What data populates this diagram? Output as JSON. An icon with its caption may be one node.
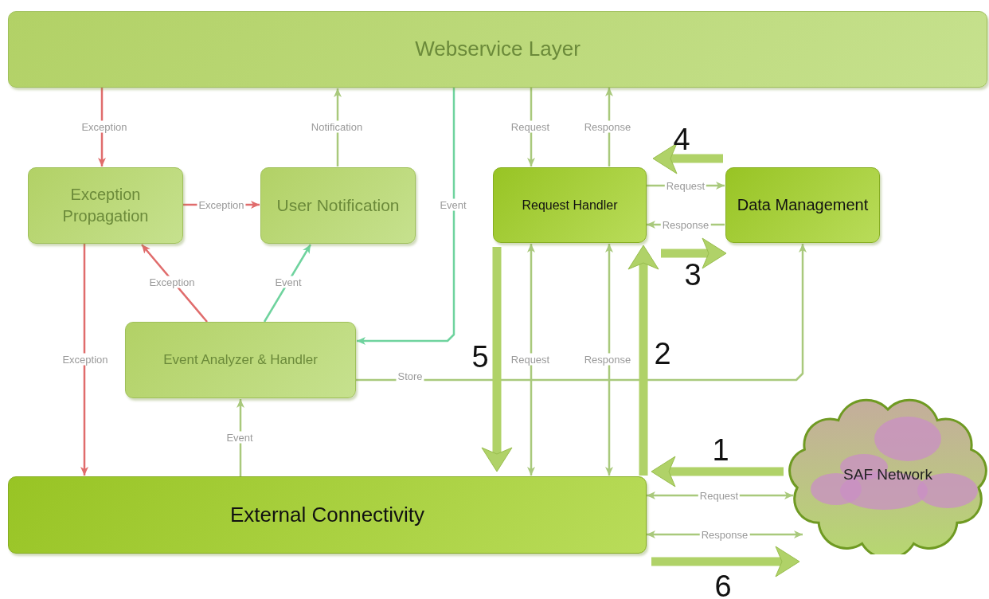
{
  "diagram": {
    "nodes": [
      {
        "text": [
          "Webservice Layer"
        ]
      },
      {
        "text": [
          "Exception Propagation"
        ]
      },
      {
        "text": [
          "User Notification"
        ]
      },
      {
        "text": [
          "Request Handler"
        ]
      },
      {
        "text": [
          "Data Management"
        ]
      },
      {
        "text": [
          "Event Analyzer & Handler"
        ]
      },
      {
        "text": [
          "External Connectivity"
        ]
      },
      {
        "text": [
          "SAF Network"
        ]
      }
    ],
    "edges": [
      {
        "from": 0,
        "to": 1,
        "arrow": "to",
        "label": "Exception",
        "color": "#e06c6c"
      },
      {
        "from": 2,
        "to": 0,
        "arrow": "to",
        "label": "Notification"
      },
      {
        "from": 0,
        "to": 5,
        "arrow": "to",
        "label": "Event",
        "color": "#6fd39e"
      },
      {
        "from": 0,
        "to": 3,
        "arrow": "to",
        "label": "Request"
      },
      {
        "from": 3,
        "to": 0,
        "arrow": "to",
        "label": "Response"
      },
      {
        "from": 1,
        "to": 2,
        "arrow": "to",
        "label": "Exception",
        "color": "#e06c6c"
      },
      {
        "from": 3,
        "to": 4,
        "arrow": "to",
        "label": "Request"
      },
      {
        "from": 4,
        "to": 3,
        "arrow": "to",
        "label": "Response"
      },
      {
        "from": 5,
        "to": 1,
        "arrow": "to",
        "label": "Exception",
        "color": "#e06c6c"
      },
      {
        "from": 5,
        "to": 2,
        "arrow": "to",
        "label": "Event",
        "color": "#6fd39e"
      },
      {
        "from": 1,
        "to": 6,
        "arrow": "to",
        "label": "Exception",
        "color": "#e06c6c"
      },
      {
        "from": 6,
        "to": 5,
        "arrow": "to",
        "label": "Event"
      },
      {
        "from": 6,
        "to": 3,
        "arrow": "both",
        "label": "Request"
      },
      {
        "from": 6,
        "to": 3,
        "arrow": "both",
        "label": "Response"
      },
      {
        "from": 5,
        "to": 4,
        "arrow": "to",
        "label": "Store"
      },
      {
        "from": 6,
        "to": 7,
        "arrow": "both",
        "label": "Request"
      },
      {
        "from": 6,
        "to": 7,
        "arrow": "both",
        "label": "Response"
      },
      {
        "from": 7,
        "to": 6,
        "arrow": "to",
        "label": "1",
        "style": "thick"
      },
      {
        "from": 6,
        "to": 3,
        "arrow": "to",
        "label": "2",
        "style": "thick"
      },
      {
        "from": 3,
        "to": 4,
        "arrow": "to",
        "label": "3",
        "style": "thick"
      },
      {
        "from": 4,
        "to": 3,
        "arrow": "to",
        "label": "4",
        "style": "thick"
      },
      {
        "from": 3,
        "to": 6,
        "arrow": "to",
        "label": "5",
        "style": "thick"
      },
      {
        "from": 6,
        "to": 7,
        "arrow": "to",
        "label": "6",
        "style": "thick"
      }
    ]
  }
}
